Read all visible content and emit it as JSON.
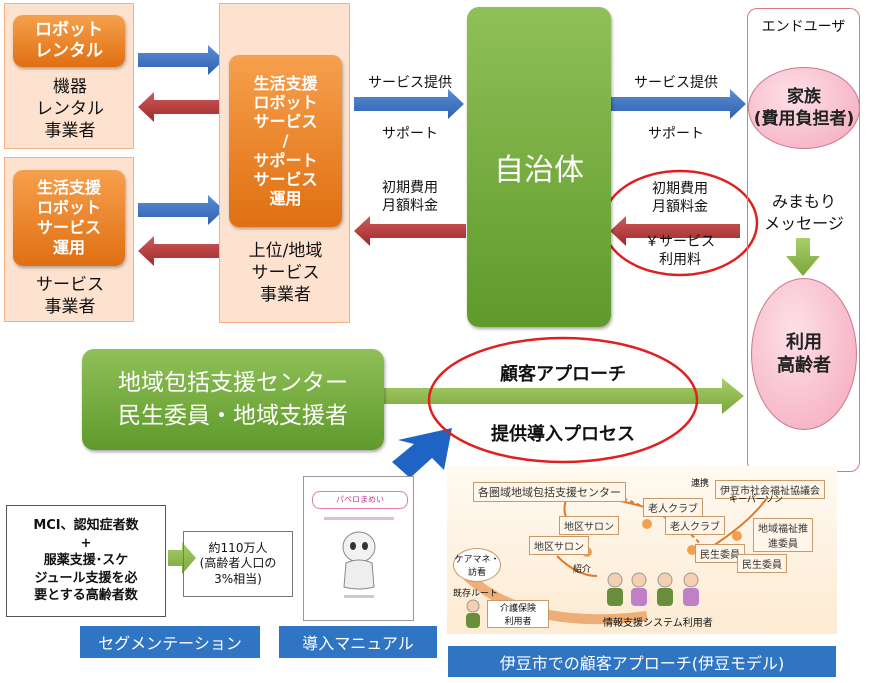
{
  "providers": {
    "rental_button": "ロボット\nレンタル",
    "rental_label": "機器\nレンタル\n事業者",
    "service_button": "生活支援\nロボット\nサービス\n運用",
    "service_label": "サービス\n事業者",
    "upper_button": "生活支援\nロボット\nサービス\n/\nサポート\nサービス\n運用",
    "upper_label": "上位/地域\nサービス\n事業者"
  },
  "municipality": "自治体",
  "flows": {
    "service_provide_left": "サービス提供",
    "support_left": "サポート",
    "fees_left": "初期費用\n月額料金",
    "service_provide_right": "サービス提供",
    "support_right": "サポート",
    "fees_right": "初期費用\n月額料金",
    "service_fee": "￥サービス\n利用料"
  },
  "end_user": {
    "title": "エンドユーザ",
    "family": "家族\n(費用負担者)",
    "message": "みまもり\nメッセージ",
    "elderly": "利用\n高齢者"
  },
  "support_center": "地域包括支援センター\n民生委員・地域支援者",
  "approach": {
    "customer": "顧客アプローチ",
    "process": "提供導入プロセス"
  },
  "segmentation": {
    "box": "MCI、認知症者数\n+\n服薬支援･スケ\nジュール支援を必\n要とする高齢者数",
    "result": "約110万人\n(高齢者人口の\n3%相当)",
    "label": "セグメンテーション"
  },
  "manual": {
    "cover_title": "パペロまめい",
    "label": "導入マニュアル"
  },
  "izu_model": {
    "label": "伊豆市での顧客アプローチ(伊豆モデル)",
    "center": "各圏域地域包括支援センター",
    "renkei": "連携",
    "council": "伊豆市社会福祉協議会",
    "keyperson": "キーパーソン",
    "salon1": "地区サロン",
    "salon2": "地区サロン",
    "club1": "老人クラブ",
    "club2": "老人クラブ",
    "welfare": "地域福祉推\n進委員",
    "minsei1": "民生委員",
    "minsei2": "民生委員",
    "caremana": "ケアマネ・\n訪看",
    "existing": "既存ルート",
    "intro": "紹介",
    "insurance": "介護保険\n利用者",
    "system_users": "情報支援システム利用者"
  },
  "colors": {
    "blue_arrow": "#3e6fc0",
    "red_arrow": "#b33a3a",
    "green_arrow": "#8db54a",
    "highlight_ring": "#e02020"
  }
}
